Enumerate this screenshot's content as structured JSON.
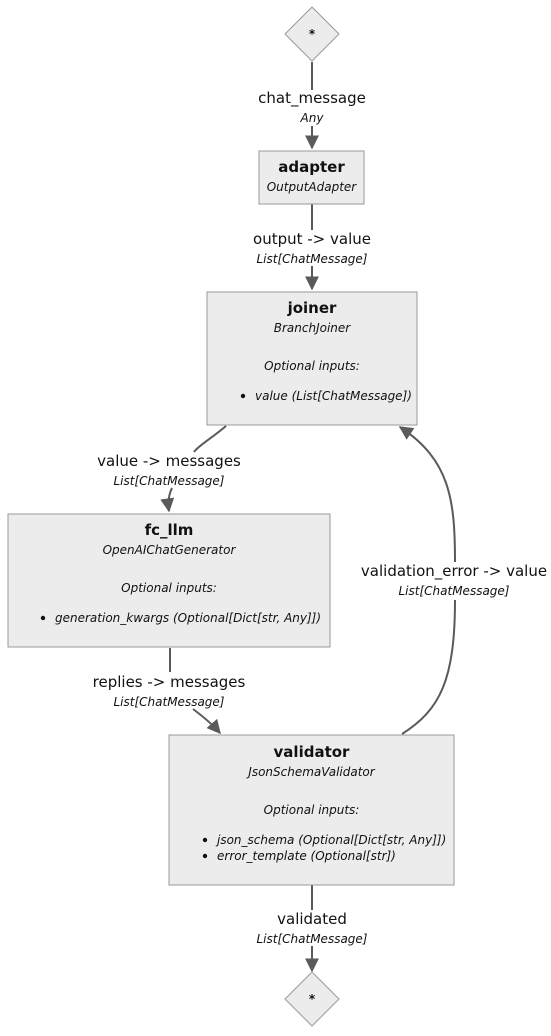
{
  "start_marker": "*",
  "end_marker": "*",
  "nodes": {
    "adapter": {
      "name": "adapter",
      "type": "OutputAdapter"
    },
    "joiner": {
      "name": "joiner",
      "type": "BranchJoiner",
      "optional_label": "Optional inputs:",
      "optional_inputs": [
        "value (List[ChatMessage])"
      ]
    },
    "fc_llm": {
      "name": "fc_llm",
      "type": "OpenAIChatGenerator",
      "optional_label": "Optional inputs:",
      "optional_inputs": [
        "generation_kwargs (Optional[Dict[str, Any]])"
      ]
    },
    "validator": {
      "name": "validator",
      "type": "JsonSchemaValidator",
      "optional_label": "Optional inputs:",
      "optional_inputs": [
        "json_schema (Optional[Dict[str, Any]])",
        "error_template (Optional[str])"
      ]
    }
  },
  "edges": {
    "start_to_adapter": {
      "label": "chat_message",
      "type": "Any"
    },
    "adapter_to_joiner": {
      "label": "output -> value",
      "type": "List[ChatMessage]"
    },
    "joiner_to_fc_llm": {
      "label": "value -> messages",
      "type": "List[ChatMessage]"
    },
    "fc_llm_to_validator": {
      "label": "replies -> messages",
      "type": "List[ChatMessage]"
    },
    "validator_to_joiner": {
      "label": "validation_error -> value",
      "type": "List[ChatMessage]"
    },
    "validator_to_end": {
      "label": "validated",
      "type": "List[ChatMessage]"
    }
  }
}
